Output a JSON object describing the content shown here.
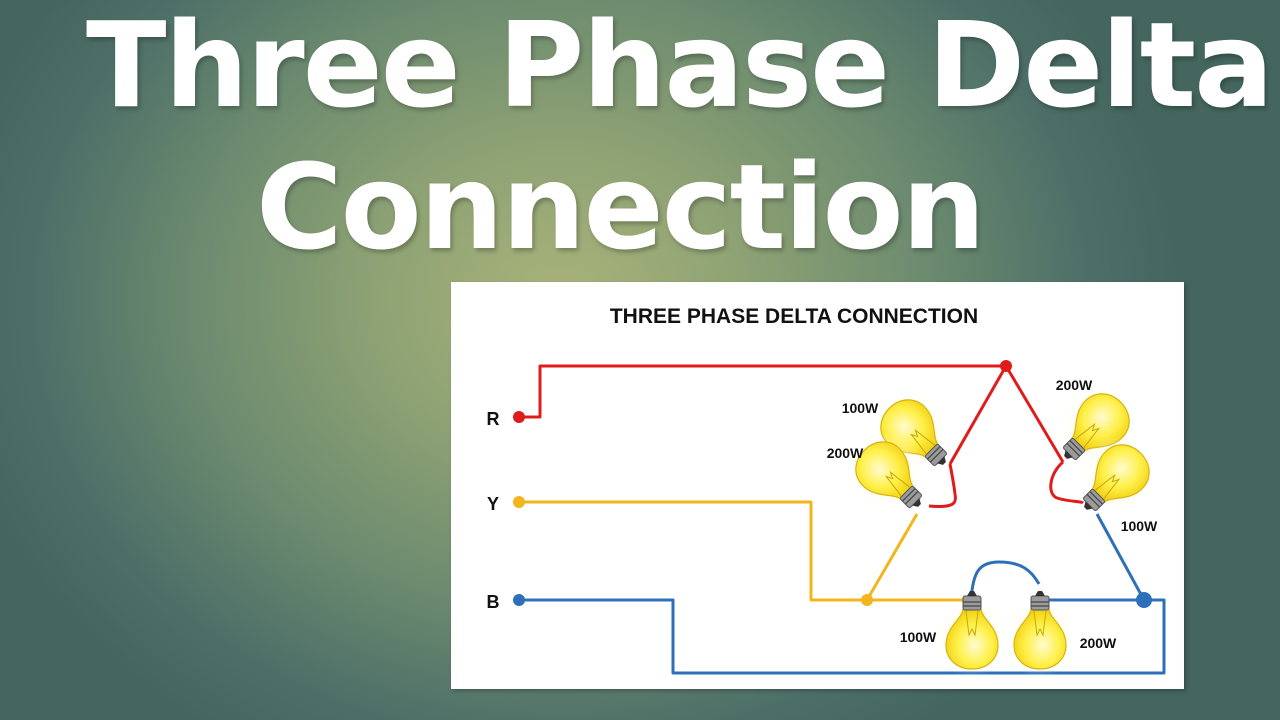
{
  "title": {
    "line1": "Three Phase Delta",
    "line2": "Connection"
  },
  "diagram": {
    "heading": "THREE PHASE DELTA CONNECTION",
    "phases": [
      {
        "label": "R",
        "color": "#e01b1b"
      },
      {
        "label": "Y",
        "color": "#f2b51c"
      },
      {
        "label": "B",
        "color": "#2d6fb8"
      }
    ],
    "lamps": {
      "left_upper": "100W",
      "left_lower": "200W",
      "right_upper": "200W",
      "right_lower": "100W",
      "bottom_left": "100W",
      "bottom_right": "200W"
    },
    "colors": {
      "bulb_glass": "#fff25a",
      "bulb_base": "#9a9a9a",
      "glow": "#ffe98a"
    }
  }
}
